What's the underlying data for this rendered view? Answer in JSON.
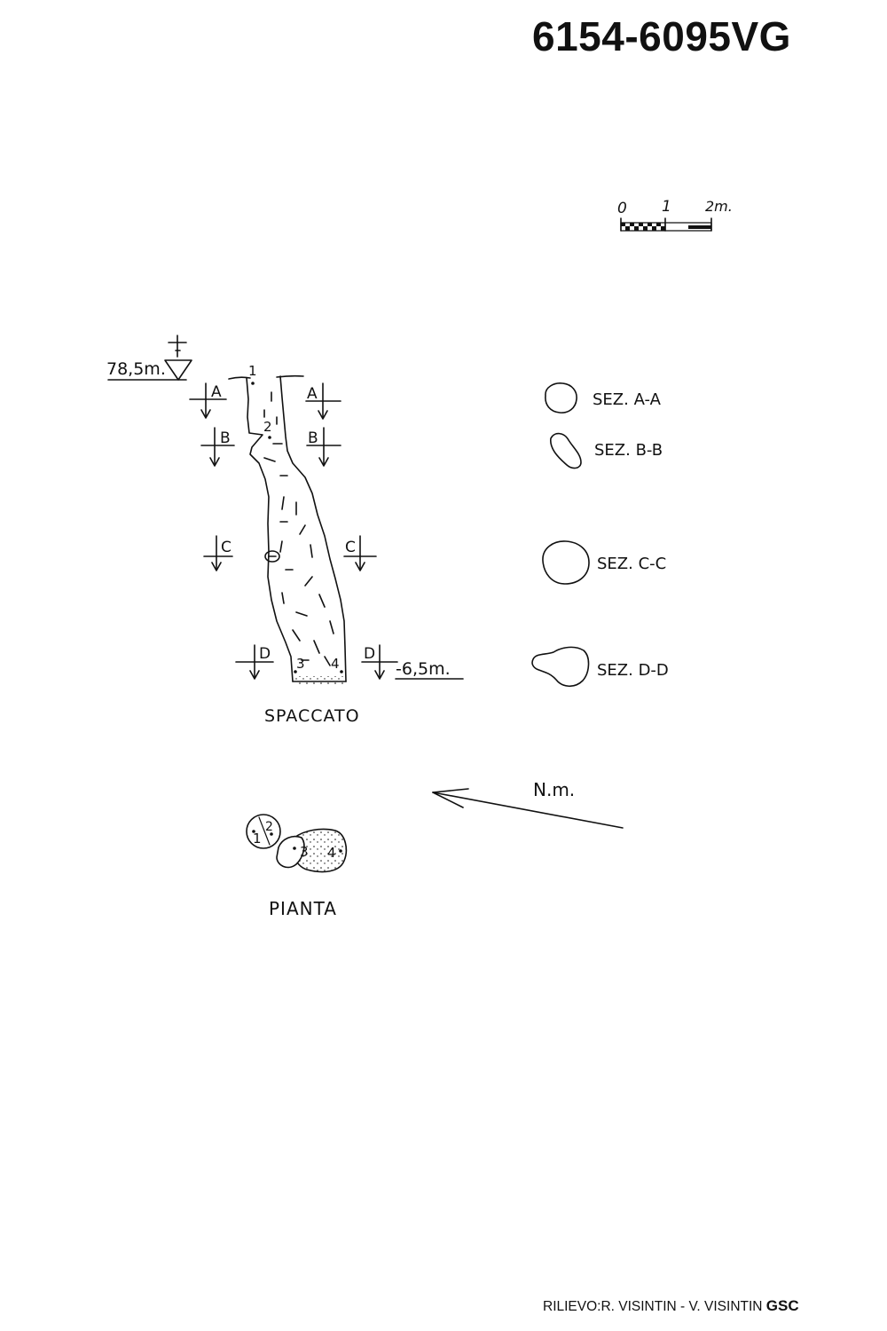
{
  "header": {
    "cave_id": "6154-6095VG"
  },
  "scale_bar": {
    "labels": [
      "0",
      "1",
      "2m."
    ]
  },
  "elevation": {
    "entrance": "78,5m.",
    "depth": "-6,5m."
  },
  "section": {
    "letters": [
      "A",
      "A",
      "B",
      "B",
      "C",
      "C",
      "D",
      "D"
    ],
    "stations": [
      "1",
      "2",
      "3",
      "4"
    ],
    "title": "SPACCATO"
  },
  "cross_sections": [
    {
      "label": "SEZ. A-A"
    },
    {
      "label": "SEZ. B-B"
    },
    {
      "label": "SEZ. C-C"
    },
    {
      "label": "SEZ. D-D"
    }
  ],
  "north_arrow": {
    "label": "N.m."
  },
  "plan": {
    "stations": [
      "1",
      "2",
      "3",
      "4"
    ],
    "title": "PIANTA"
  },
  "footer": {
    "credits": "RILIEVO:R. VISINTIN - V. VISINTIN",
    "group": "GSC"
  }
}
